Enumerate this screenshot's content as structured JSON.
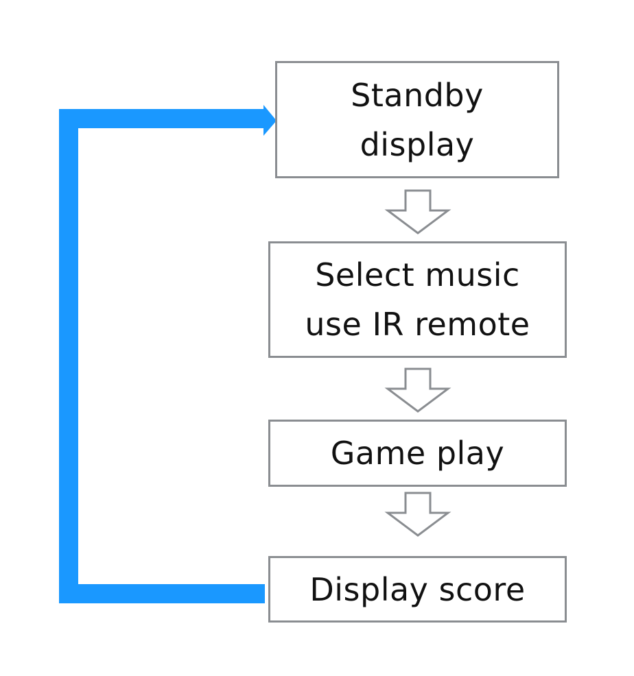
{
  "diagram": {
    "steps": [
      {
        "id": "standby",
        "label": "Standby\ndisplay"
      },
      {
        "id": "select",
        "label": "Select music\nuse IR remote"
      },
      {
        "id": "game",
        "label": "Game play"
      },
      {
        "id": "score",
        "label": "Display score"
      }
    ],
    "colors": {
      "box_border": "#8a8d91",
      "flow_arrow_outline": "#8a8d91",
      "loop_arrow": "#1a98ff",
      "text": "#111111"
    },
    "icons": {
      "flow_arrow": "hollow-down-arrow-icon",
      "loop_arrow": "loop-back-arrow-icon"
    }
  }
}
